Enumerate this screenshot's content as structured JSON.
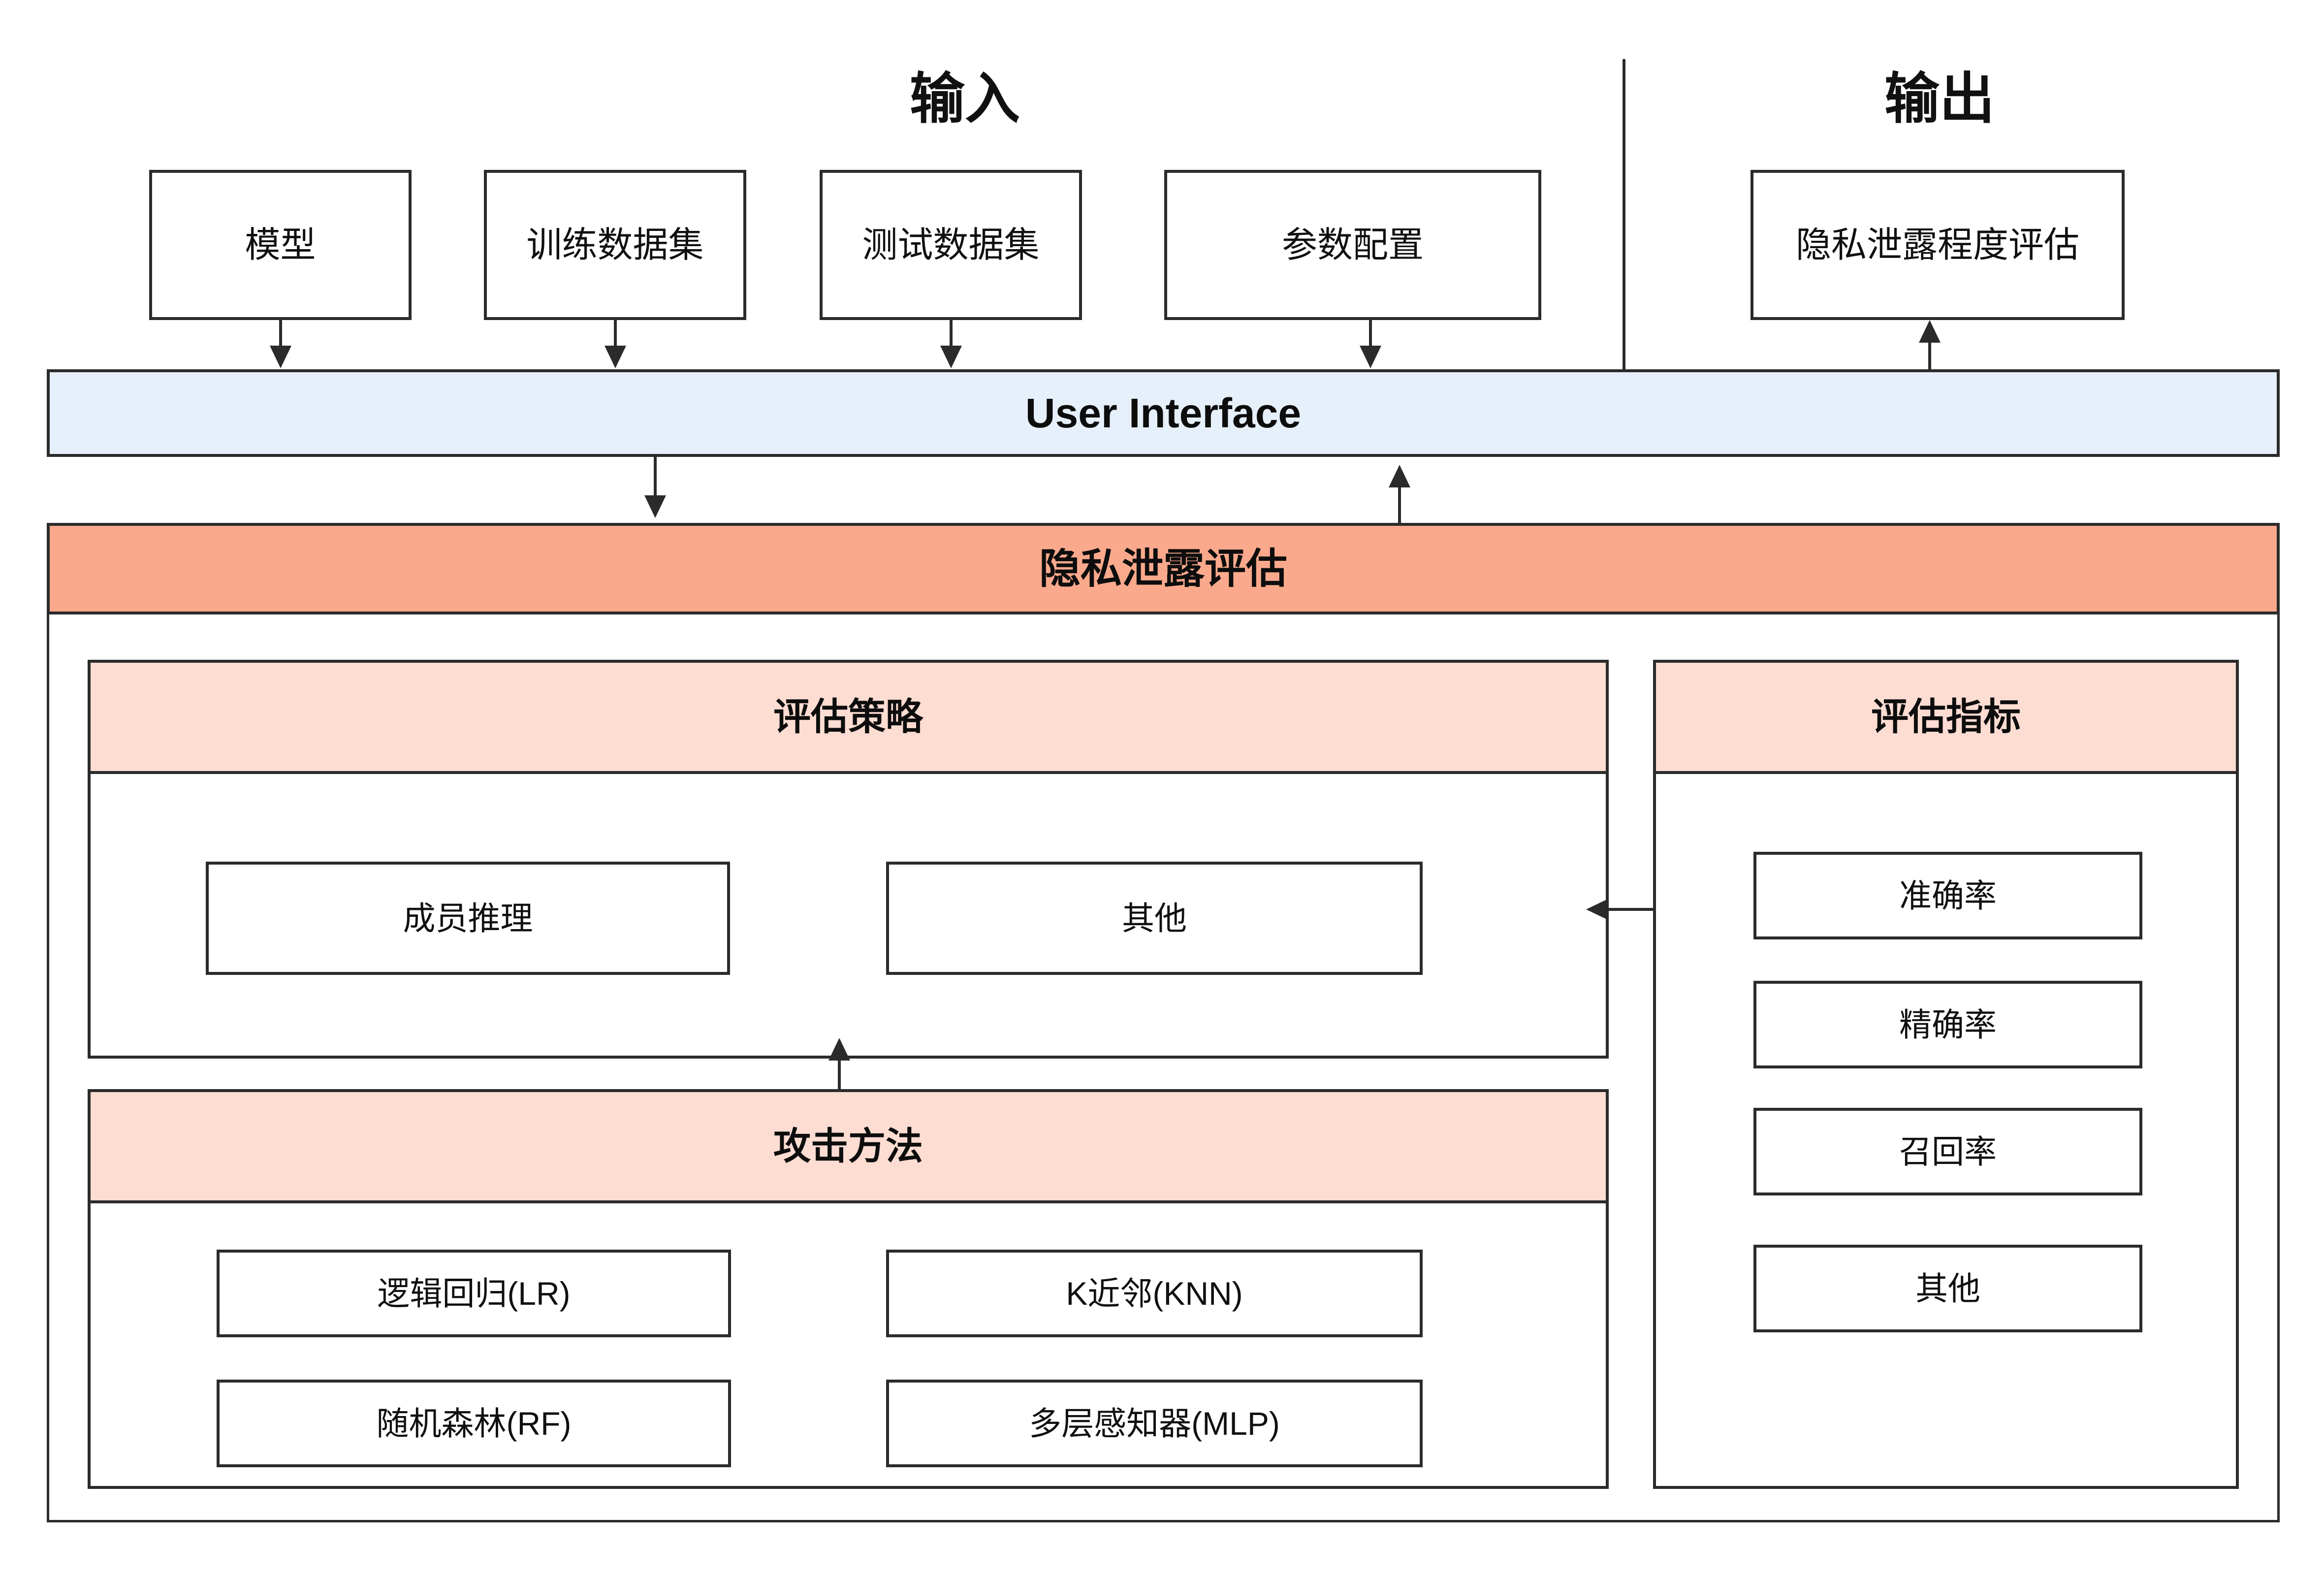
{
  "diagram": {
    "type": "system-architecture-flow",
    "headings": {
      "input": "输入",
      "output": "输出"
    },
    "input_nodes": [
      {
        "label": "模型"
      },
      {
        "label": "训练数据集"
      },
      {
        "label": "测试数据集"
      },
      {
        "label": "参数配置"
      }
    ],
    "output_nodes": [
      {
        "label": "隐私泄露程度评估"
      }
    ],
    "ui_layer": {
      "label": "User Interface",
      "fill": "#E6F0FA"
    },
    "core_module": {
      "title": "隐私泄露评估",
      "fill": "#FBA98C"
    },
    "strategy_panel": {
      "title": "评估策略",
      "fill": "#FDDCD2",
      "items": [
        {
          "label": "成员推理"
        },
        {
          "label": "其他"
        }
      ]
    },
    "attack_panel": {
      "title": "攻击方法",
      "fill": "#FDDCD2",
      "items": [
        {
          "label": "逻辑回归(LR)"
        },
        {
          "label": "K近邻(KNN)"
        },
        {
          "label": "随机森林(RF)"
        },
        {
          "label": "多层感知器(MLP)"
        }
      ]
    },
    "metrics_panel": {
      "title": "评估指标",
      "fill": "#FDDCD2",
      "items": [
        {
          "label": "准确率"
        },
        {
          "label": "精确率"
        },
        {
          "label": "召回率"
        },
        {
          "label": "其他"
        }
      ]
    },
    "colors": {
      "stroke": "#2B2B2B",
      "ui_fill": "#E6F0FA",
      "core_fill": "#FBA98C",
      "panel_fill": "#FDDCD2",
      "page_bg": "#FFFFFF"
    }
  }
}
